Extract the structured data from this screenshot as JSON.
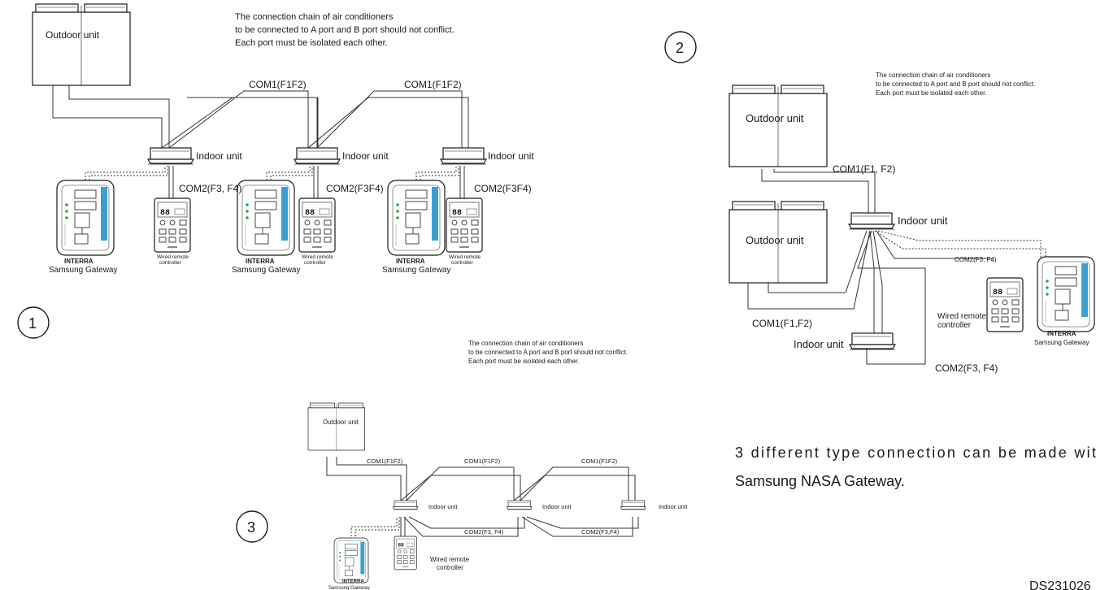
{
  "notes": {
    "d1": [
      "The connection chain of air conditioners",
      "to be connected to A port and B port should not conflict.",
      "Each port must be isolated each other."
    ],
    "d2": [
      "The connection chain of air conditioners",
      "to be connected to A port and B port should not conflict.",
      "Each port must be isolated each other."
    ],
    "d3": [
      "The connection chain of air conditioners",
      "to be connected to A port and B port should not conflict.",
      "Each port must be isolated each other."
    ]
  },
  "markers": {
    "d1": "1",
    "d2": "2",
    "d3": "3"
  },
  "labels": {
    "outdoor_unit": "Outdoor unit",
    "indoor_unit": "Indoor unit",
    "com1_f1f2": "COM1(F1F2)",
    "com1_f1_f2_spaced": "COM1(F1,  F2)",
    "com1_f1f2_comma": "COM1(F1,F2)",
    "com2_f3_f4": "COM2(F3, F4)",
    "com2_f3f4": "COM2(F3F4)",
    "com2_f3_f4_spaced": "COM2(F3,  F4)",
    "com2_f3_f4_comma": "COM2(F3,F4)",
    "wired_remote": [
      "Wired remote",
      "controller"
    ],
    "gateway_brand": "INTERRA",
    "gateway_name": "Samsung Gateway"
  },
  "description": [
    "3 different type connection can be made wit",
    "Samsung NASA Gateway."
  ],
  "footer_code": "DS231026"
}
